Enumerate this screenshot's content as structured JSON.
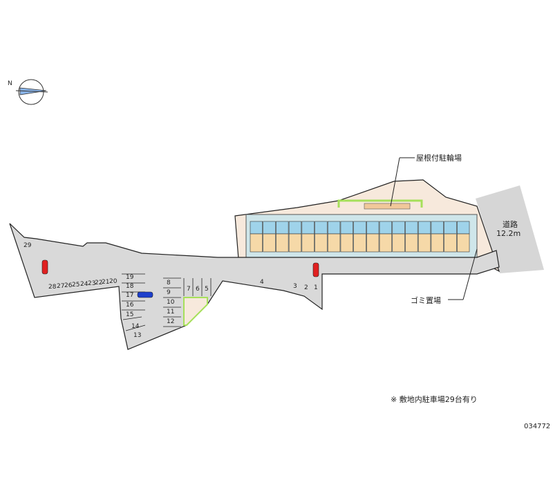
{
  "labels": {
    "bicycle_parking": "屋根付駐輪場",
    "garbage": "ゴミ置場",
    "road_name": "道路",
    "road_width": "12.2m",
    "note": "※ 敷地内駐車場29台有り",
    "code": "034772"
  },
  "parking_spaces": [
    "1",
    "2",
    "3",
    "4",
    "5",
    "6",
    "7",
    "8",
    "9",
    "10",
    "11",
    "12",
    "13",
    "14",
    "15",
    "16",
    "17",
    "18",
    "19",
    "20",
    "21",
    "22",
    "23",
    "24",
    "25",
    "26",
    "27",
    "28",
    "29"
  ],
  "unit_count": 17,
  "colors": {
    "lot": "#d9d9d9",
    "site": "#f7e9dc",
    "green": "#a6e05a",
    "road": "#d6d6d6",
    "unit": "#f6d9a8",
    "unit_top": "#9fd3ea",
    "car_red": "#e02020",
    "car_blue": "#1d3fcc"
  }
}
